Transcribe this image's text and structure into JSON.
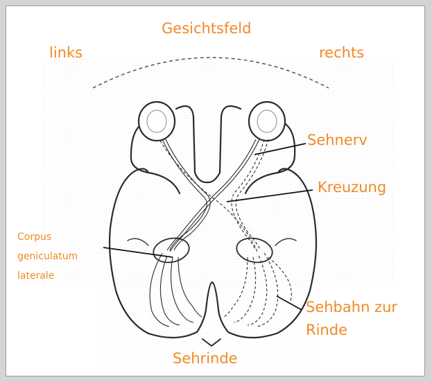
{
  "labels": {
    "title": "Gesichtsfeld",
    "left": "links",
    "right": "rechts",
    "optic_nerve": "Sehnerv",
    "chiasm": "Kreuzung",
    "lgn_line1": "Corpus",
    "lgn_line2": "geniculatum",
    "lgn_line3": "laterale",
    "radiation_line1": "Sehbahn zur",
    "radiation_line2": "Rinde",
    "cortex": "Sehrinde"
  },
  "colors": {
    "label": "#f08a24",
    "outline": "#2a2a2a",
    "stipple": "#bdbdbd",
    "frame_background": "#d4d4d4"
  }
}
